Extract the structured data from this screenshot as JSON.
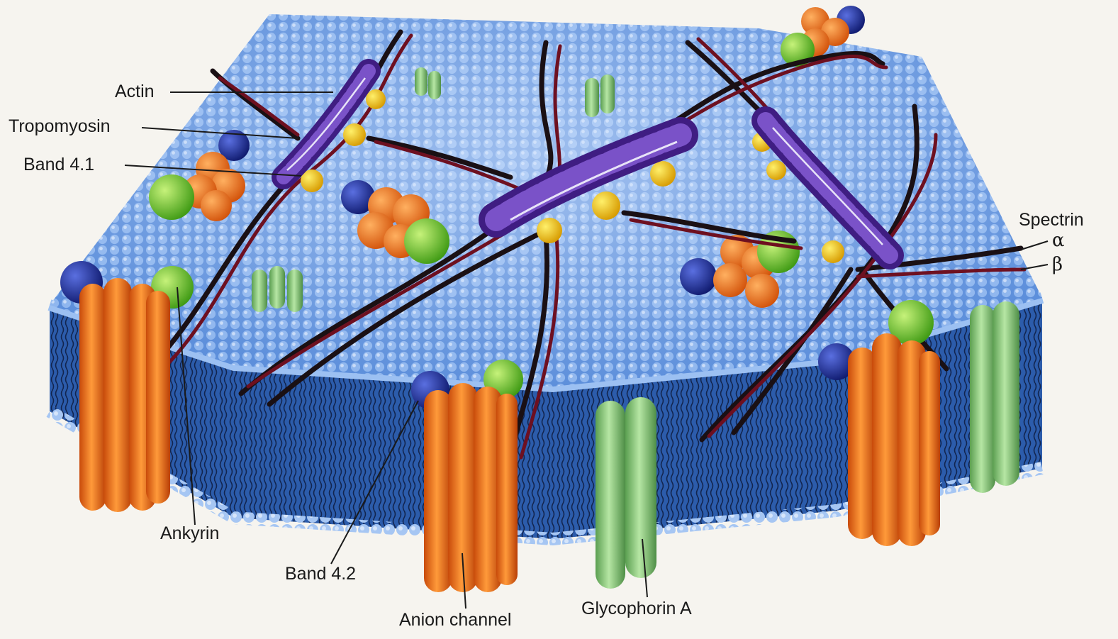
{
  "labels": {
    "actin": "Actin",
    "tropomyosin": "Tropomyosin",
    "band41": "Band 4.1",
    "spectrin": "Spectrin",
    "alpha": "α",
    "beta": "β",
    "ankyrin": "Ankyrin",
    "band42": "Band 4.2",
    "anion_channel": "Anion channel",
    "glycophorin": "Glycophorin A"
  },
  "colors": {
    "background": "#f6f4ef",
    "membrane_top": "#6f9fe6",
    "membrane_side": "#2e5fae",
    "lipid_head": "#9cc0f2",
    "anion_channel": "#f07a1e",
    "glycophorin": "#8fcf7c",
    "ankyrin": "#7fd33a",
    "band42": "#1b2a8f",
    "actin": "#5a2fa0",
    "band41": "#f2c20e",
    "spectrin_alpha": "#1a1014",
    "spectrin_beta": "#6e1020"
  }
}
